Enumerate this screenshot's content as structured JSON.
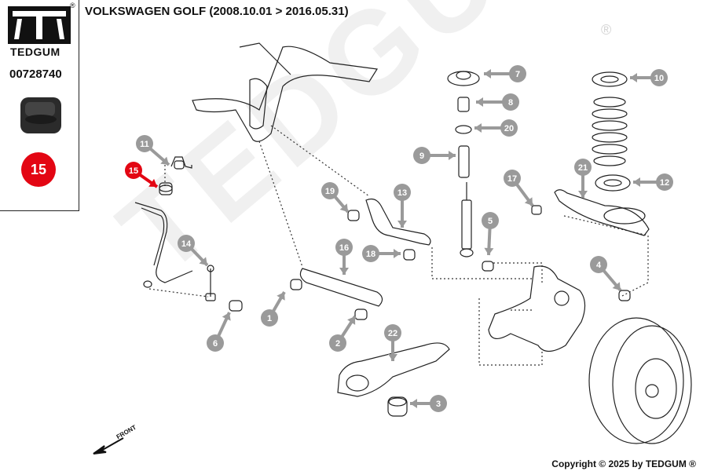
{
  "header": {
    "title": "VOLKSWAGEN GOLF  (2008.10.01 > 2016.05.31)"
  },
  "sidebar": {
    "brand": "TEDGUM",
    "registered": "®",
    "part_number": "00728740",
    "highlight_number": "15"
  },
  "watermark": {
    "text": "TEDGUM",
    "registered": "®"
  },
  "front_label": "FRONT",
  "copyright": "Copyright © 2025 by TEDGUM ®",
  "colors": {
    "badge_red": "#e30613",
    "callout_grey": "#9a9a9a",
    "line": "#222222"
  },
  "callouts": [
    {
      "n": "1",
      "highlight": false
    },
    {
      "n": "2",
      "highlight": false
    },
    {
      "n": "3",
      "highlight": false
    },
    {
      "n": "4",
      "highlight": false
    },
    {
      "n": "5",
      "highlight": false
    },
    {
      "n": "6",
      "highlight": false
    },
    {
      "n": "7",
      "highlight": false
    },
    {
      "n": "8",
      "highlight": false
    },
    {
      "n": "9",
      "highlight": false
    },
    {
      "n": "10",
      "highlight": false
    },
    {
      "n": "11",
      "highlight": false
    },
    {
      "n": "12",
      "highlight": false
    },
    {
      "n": "13",
      "highlight": false
    },
    {
      "n": "14",
      "highlight": false
    },
    {
      "n": "15",
      "highlight": true
    },
    {
      "n": "16",
      "highlight": false
    },
    {
      "n": "17",
      "highlight": false
    },
    {
      "n": "18",
      "highlight": false
    },
    {
      "n": "19",
      "highlight": false
    },
    {
      "n": "20",
      "highlight": false
    },
    {
      "n": "21",
      "highlight": false
    },
    {
      "n": "22",
      "highlight": false
    }
  ]
}
